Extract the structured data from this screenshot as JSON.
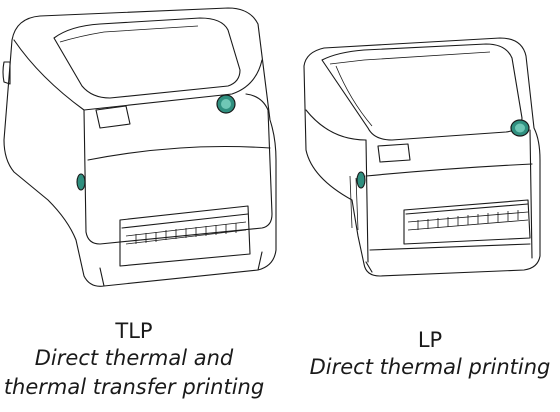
{
  "printers": [
    {
      "model": "TLP",
      "description_line1": "Direct thermal and",
      "description_line2": "thermal transfer printing"
    },
    {
      "model": "LP",
      "description_line1": "Direct thermal printing",
      "description_line2": ""
    }
  ],
  "colors": {
    "outline": "#1a1a1a",
    "button": "#2f8f7f"
  }
}
